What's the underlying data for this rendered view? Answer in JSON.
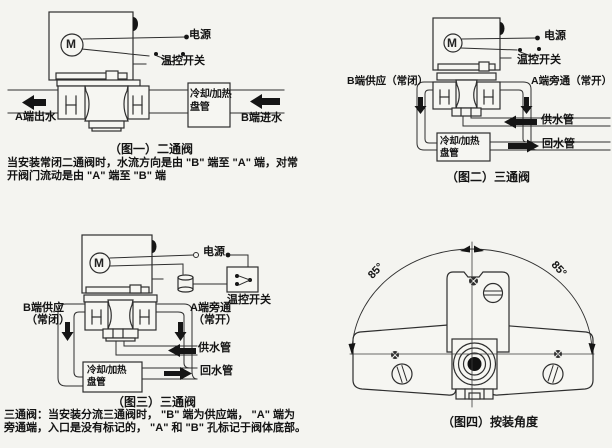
{
  "page": {
    "bg": "#f4f4f0",
    "ink": "#2e2e2e"
  },
  "fig1": {
    "motor_label": "M",
    "power_label": "电源",
    "thermostat_label": "温控开关",
    "coil_line1": "冷却/加热",
    "coil_line2": "盘管",
    "a_end_label": "A端出水",
    "b_end_label": "B端进水",
    "caption": "（图一）二通阀",
    "desc_line1": "当安装常闭二通阀时，水流方向是由 \"B\" 端至 \"A\" 端，对常",
    "desc_line2": "开阀门流动是由 \"A\" 端至 \"B\" 端"
  },
  "fig2": {
    "motor_label": "M",
    "power_label": "电源",
    "thermostat_label": "温控开关",
    "b_supply_label": "B端供应（常闭）",
    "a_bypass_label": "A端旁通（常开）",
    "supply_pipe_label": "供水管",
    "return_pipe_label": "回水管",
    "coil_line1": "冷却/加热",
    "coil_line2": "盘管",
    "caption": "（图二）三通阀"
  },
  "fig3": {
    "motor_label": "M",
    "power_label": "电源",
    "thermostat_label": "温控开关",
    "b_supply_line1": "B端供应",
    "b_supply_line2": "（常闭）",
    "a_bypass_line1": "A端旁通",
    "a_bypass_line2": "（常开）",
    "supply_pipe_label": "供水管",
    "return_pipe_label": "回水管",
    "coil_line1": "冷却/加热",
    "coil_line2": "盘管",
    "caption": "（图三）三通阀",
    "desc_line1": "三通阀：当安装分流三通阀时， \"B\" 端为供应端， \"A\" 端为",
    "desc_line2": "旁通端，入口是没有标记的， \"A\" 和 \"B\" 孔标记于阀体底部。"
  },
  "fig4": {
    "angle_left": "85°",
    "angle_right": "85°",
    "caption": "（图四）按装角度"
  }
}
